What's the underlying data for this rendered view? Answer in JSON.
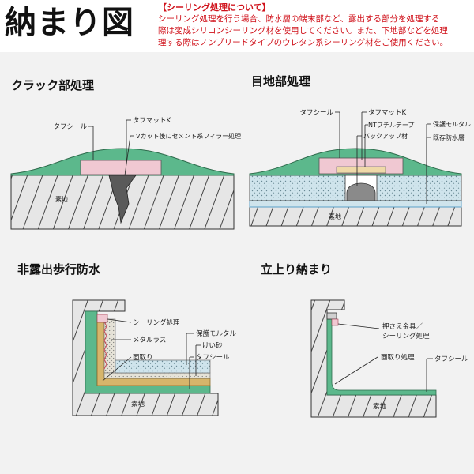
{
  "header": {
    "title": "納まり図",
    "note_heading": "【シーリング処理について】",
    "note_lines": [
      "シーリング処理を行う場合、防水層の端末部など、露出する部分を処理する",
      "際は変成シリコンシーリング材を使用してください。また、下地部などを処理",
      "理する際はノンブリードタイプのウレタン系シーリング材をご使用ください。"
    ]
  },
  "sections": {
    "crack": {
      "title": "クラック部処理",
      "labels": {
        "topseal": "タフシール",
        "mat": "タフマットK",
        "filler": "Vカット後にセメント系フィラー処理",
        "substrate": "素地"
      }
    },
    "joint": {
      "title": "目地部処理",
      "labels": {
        "topseal": "タフシール",
        "mat": "タフマットK",
        "tape": "NTブチルテープ",
        "backup": "バックアップ材",
        "mortar": "保護モルタル",
        "existing": "既存防水層",
        "substrate": "素地"
      }
    },
    "nonexposed": {
      "title": "非露出歩行防水",
      "labels": {
        "sealing": "シーリング処理",
        "lath": "メタルラス",
        "mortar": "保護モルタル",
        "sand": "けい砂",
        "chamfer": "面取り",
        "topseal": "タフシール",
        "substrate": "素地"
      }
    },
    "upturn": {
      "title": "立上り納まり",
      "labels": {
        "hardware_1": "押さえ金具／",
        "hardware_2": "シーリング処理",
        "chamfer": "面取り処理",
        "topseal": "タフシール",
        "substrate": "素地"
      }
    }
  },
  "colors": {
    "note_red": "#d0121b",
    "green_seal": "#5cb88c",
    "pink_mat": "#f0c8d2",
    "dotted_mortar": "#cfe4ec",
    "tan_tape": "#efd9a8",
    "gray_backup": "#8a8a8a",
    "blue_line": "#9ec8e8",
    "hatch_bg": "#e8e8e8"
  }
}
